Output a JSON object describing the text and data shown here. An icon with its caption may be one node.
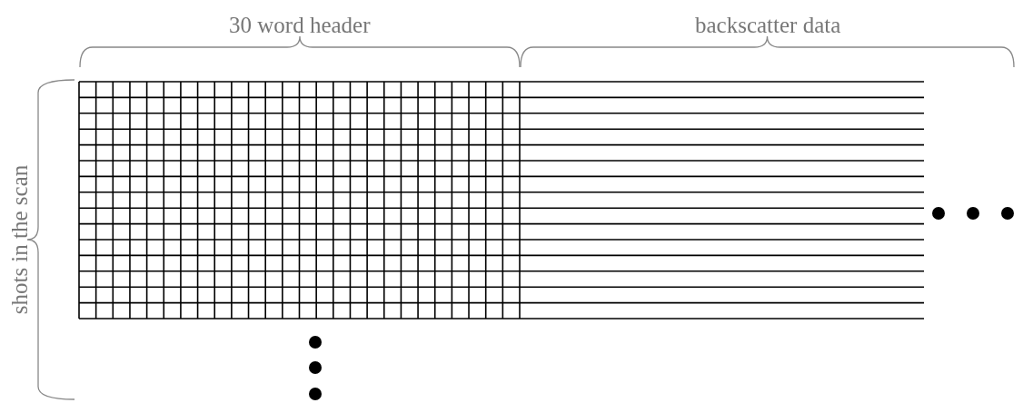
{
  "diagram": {
    "labels": [
      "30 word header",
      "backscatter data",
      "shots in the scan"
    ]
  }
}
